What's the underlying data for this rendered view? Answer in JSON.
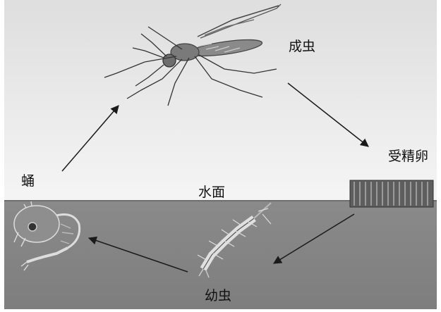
{
  "labels": {
    "adult": "成虫",
    "egg": "受精卵",
    "pupa": "蛹",
    "water_surface": "水面",
    "larva": "幼虫"
  },
  "colors": {
    "sky_top": "#e2e2e2",
    "sky_bottom": "#f4f4f4",
    "water": "#878787",
    "water_dark": "#7a7a7a",
    "line": "#1a1a1a"
  },
  "icons": [
    "mosquito-icon",
    "egg-raft-icon",
    "larva-icon",
    "pupa-icon"
  ]
}
